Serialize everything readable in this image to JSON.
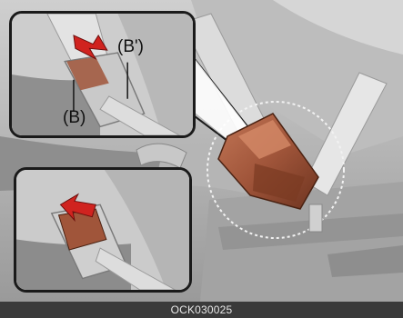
{
  "figure": {
    "caption": "OCK030025",
    "callouts": {
      "b_prime": "(B')",
      "b": "(B)"
    },
    "icons": {
      "main_scene": "seat-belt-buckle-illustration",
      "top_inset": "buckle-release-arrow-icon",
      "bottom_inset": "buckle-push-arrow-icon"
    },
    "colors": {
      "buckle": "#a0553a",
      "arrow": "#d0231f",
      "frame": "#1a1a1a",
      "caption_bar": "#3a3a3a",
      "caption_text": "#e8e8e8"
    }
  }
}
